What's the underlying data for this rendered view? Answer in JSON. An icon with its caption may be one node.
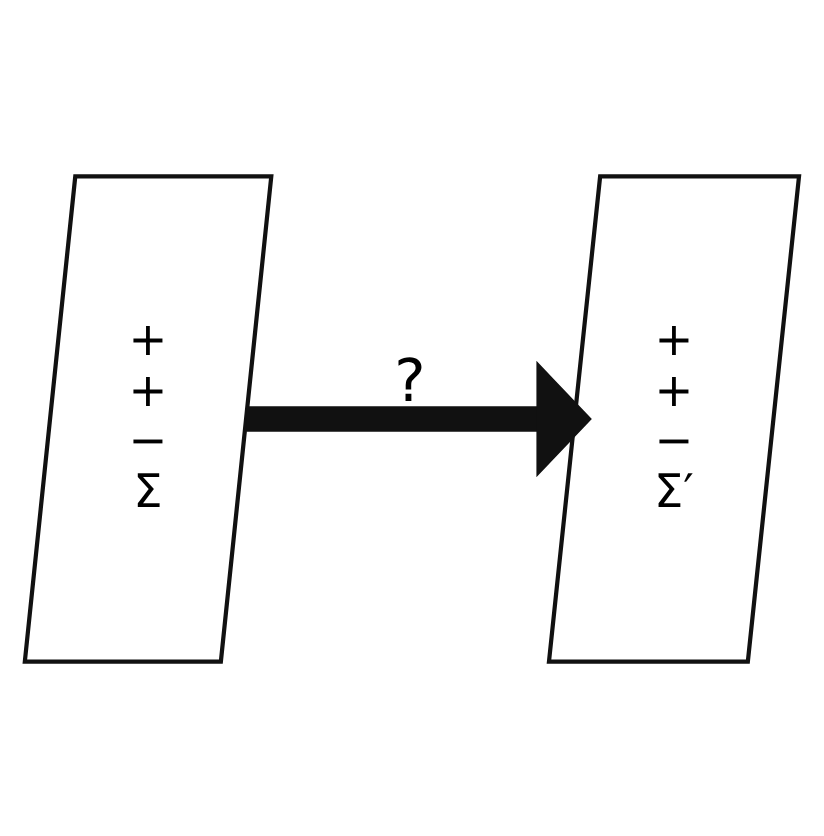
{
  "diagram": {
    "nodes": [
      {
        "text": [
          "+ + − Σ"
        ]
      },
      {
        "text": [
          "+ + − Σ′"
        ]
      }
    ],
    "edges": [
      {
        "from": 0,
        "to": 1,
        "arrow": "to",
        "label": "?"
      }
    ]
  }
}
